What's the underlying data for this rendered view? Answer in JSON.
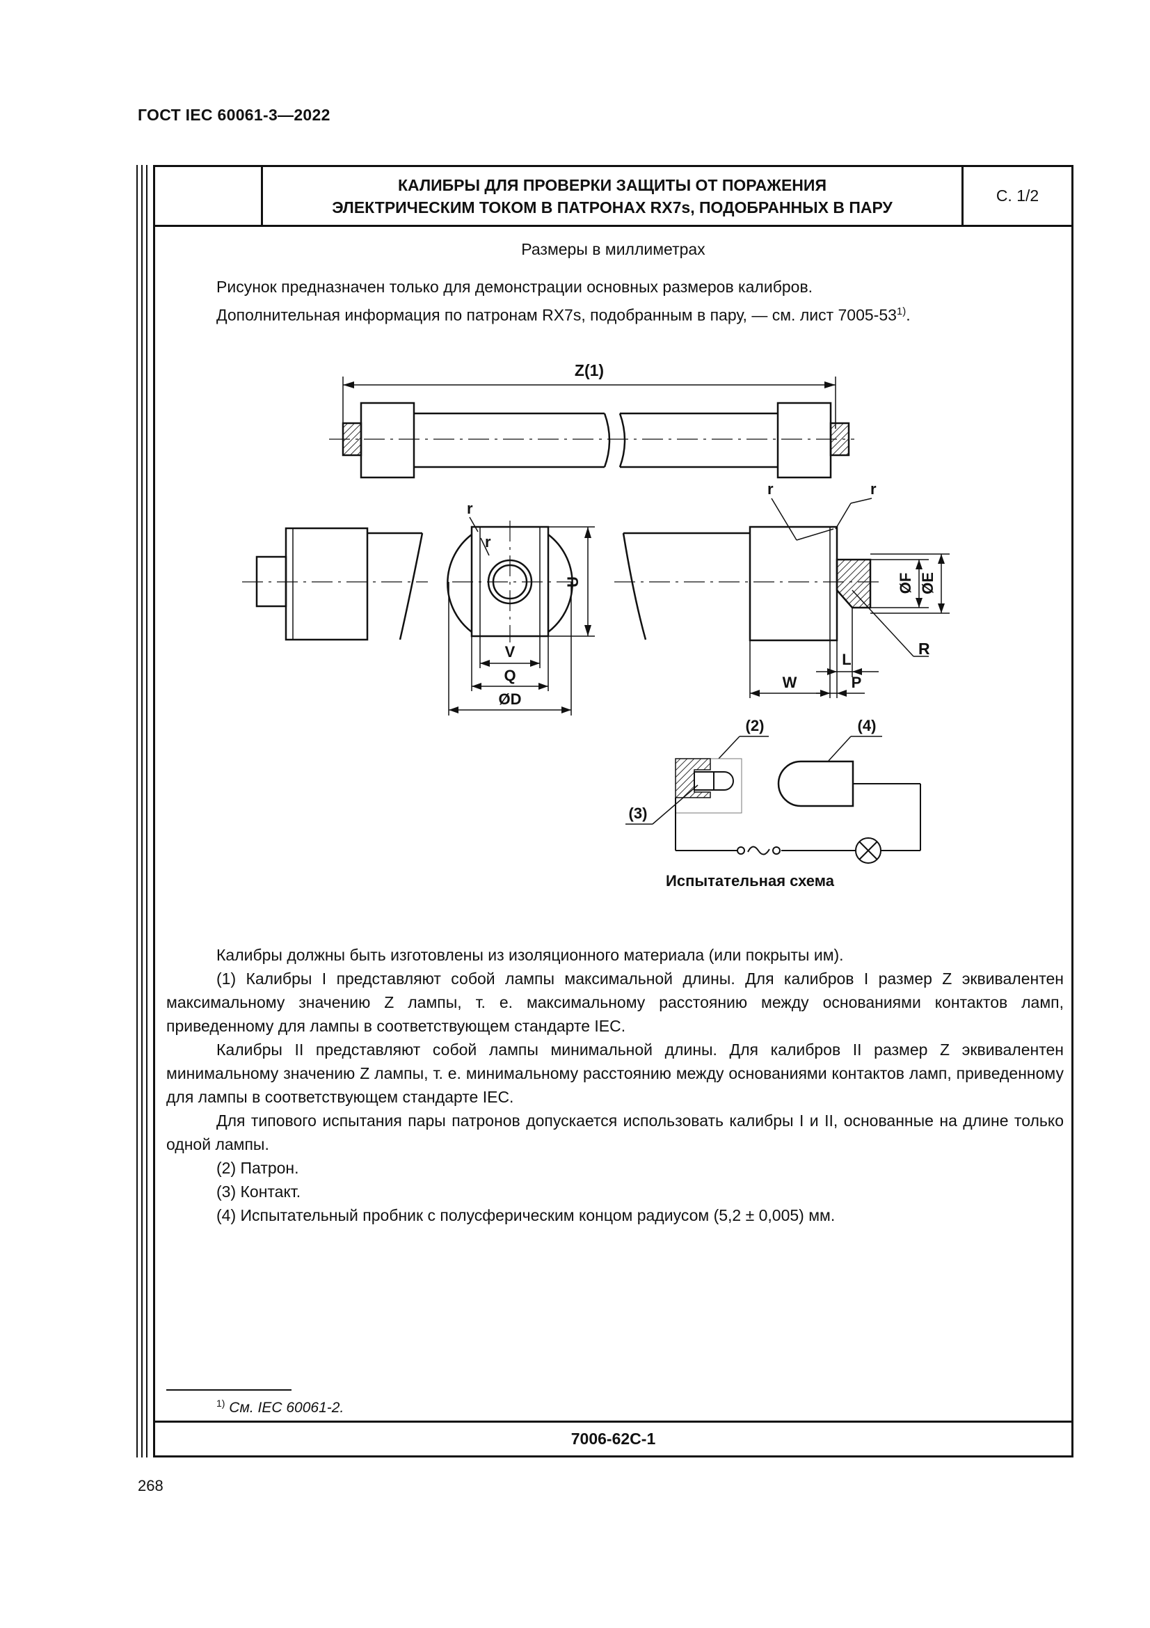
{
  "header": {
    "standard": "ГОСТ IEC 60061-3—2022"
  },
  "title": {
    "line1": "КАЛИБРЫ ДЛЯ ПРОВЕРКИ ЗАЩИТЫ ОТ ПОРАЖЕНИЯ",
    "line2": "ЭЛЕКТРИЧЕСКИМ ТОКОМ В ПАТРОНАХ RX7s, ПОДОБРАННЫХ В ПАРУ",
    "sheet": "С. 1/2"
  },
  "units_note": "Размеры в миллиметрах",
  "intro": {
    "line1": "Рисунок предназначен только для демонстрации основных размеров калибров.",
    "line2": "Дополнительная информация по патронам RX7s, подобранным в пару, — см. лист 7005-53",
    "line2_sup": "1)",
    "line2_end": "."
  },
  "drawing_labels": {
    "z": "Z(1)",
    "r": "r",
    "u": "U",
    "v": "V",
    "q": "Q",
    "d": "ØD",
    "w": "W",
    "l": "L",
    "p": "P",
    "f": "ØF",
    "e": "ØE",
    "big_r": "R",
    "n2": "(2)",
    "n3": "(3)",
    "n4": "(4)",
    "test_circuit": "Испытательная схема"
  },
  "body": {
    "p1": "Калибры должны быть изготовлены из изоляционного материала (или покрыты им).",
    "p2": "(1) Калибры I представляют собой лампы максимальной длины. Для калибров I размер Z эквивалентен максимальному значению Z лампы, т. е. максимальному расстоянию между основаниями контактов ламп, приведенному для лампы в соответствующем стандарте IEC.",
    "p3": "Калибры II представляют собой лампы минимальной длины. Для калибров II размер Z эквивалентен минимальному значению Z лампы, т. е. минимальному расстоянию между основаниями контактов ламп, приведенному для лампы в соответствующем стандарте IEC.",
    "p4": "Для типового испытания пары патронов допускается использовать калибры I и II, основанные на длине только одной лампы.",
    "p5": "(2) Патрон.",
    "p6": "(3) Контакт.",
    "p7": "(4) Испытательный пробник с полусферическим концом радиусом (5,2 ± 0,005) мм."
  },
  "footnote": {
    "mark": "1)",
    "text": "См. IEC 60061-2."
  },
  "sheet_code": "7006-62C-1",
  "page_number": "268"
}
